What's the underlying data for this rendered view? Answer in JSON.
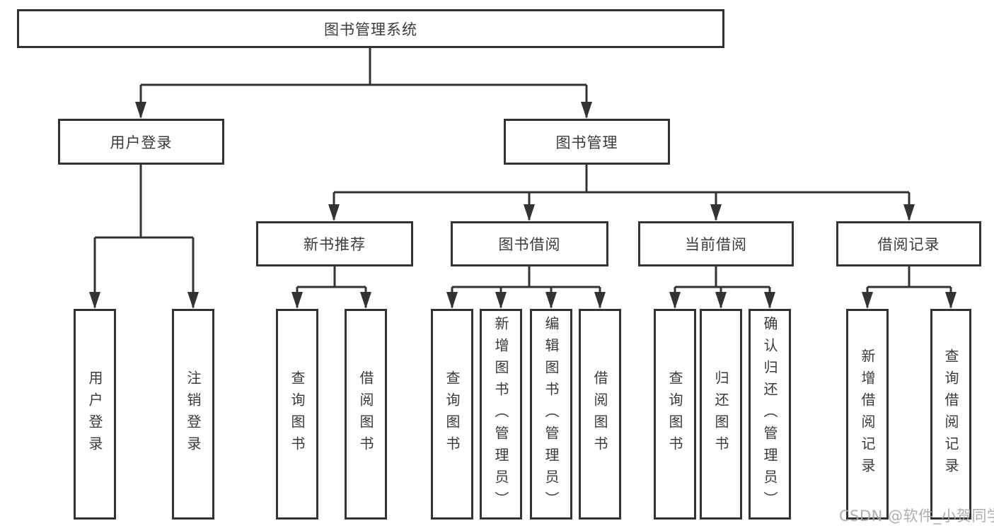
{
  "diagram": {
    "root": {
      "label": "图书管理系统"
    },
    "level2": {
      "user_login": {
        "label": "用户登录"
      },
      "book_mgmt": {
        "label": "图书管理"
      }
    },
    "level3": {
      "new_book_rec": {
        "label": "新书推荐"
      },
      "book_borrow": {
        "label": "图书借阅"
      },
      "current_borrow": {
        "label": "当前借阅"
      },
      "borrow_records": {
        "label": "借阅记录"
      }
    },
    "leaves": {
      "user_login": {
        "label": "用户登录"
      },
      "logout": {
        "label": "注销登录"
      },
      "nb_query_books": {
        "label": "查询图书"
      },
      "nb_borrow_books": {
        "label": "借阅图书"
      },
      "bb_query_books": {
        "label": "查询图书"
      },
      "bb_add_books_admin": {
        "label": "新增图书（管理员）"
      },
      "bb_edit_books_admin": {
        "label": "编辑图书（管理员）"
      },
      "bb_borrow_books": {
        "label": "借阅图书"
      },
      "cb_query_books": {
        "label": "查询图书"
      },
      "cb_return_books": {
        "label": "归还图书"
      },
      "cb_confirm_return_admin": {
        "label": "确认归还（管理员）"
      },
      "br_add_record": {
        "label": "新增借阅记录"
      },
      "br_query_record": {
        "label": "查询借阅记录"
      }
    }
  },
  "watermark": {
    "text": "CSDN @软件_小贺同学"
  },
  "colors": {
    "line": "#333333",
    "box_border": "#333333",
    "text": "#3a3a3a",
    "watermark": "#a5a5a5",
    "background": "#ffffff"
  }
}
